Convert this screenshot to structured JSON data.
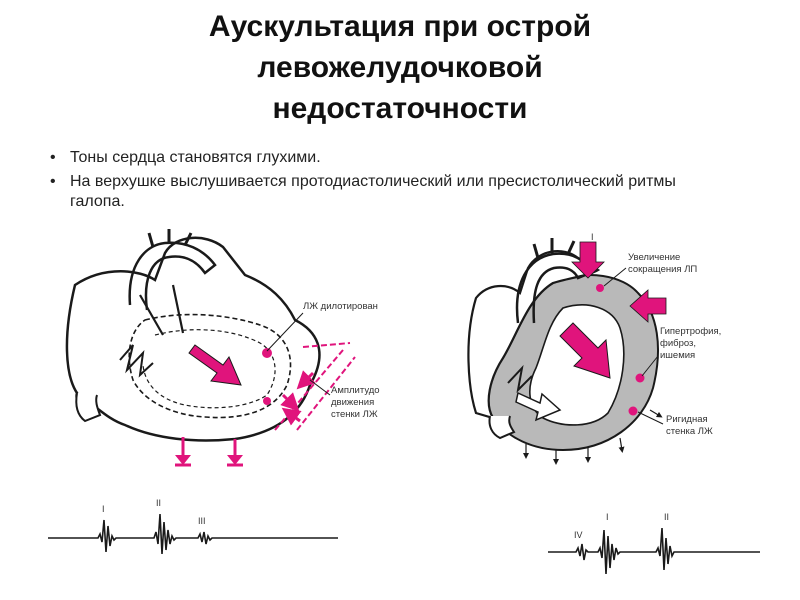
{
  "title": {
    "line1": "Аускультация при острой",
    "line2": "левожелудочковой",
    "line3": "недостаточности"
  },
  "bullets": [
    {
      "marker": "•",
      "text": "Тоны сердца становятся глухими."
    },
    {
      "marker": "•",
      "text": "На верхушке выслушивается протодиастолический или пресистолический ритмы галопа."
    }
  ],
  "figure_left": {
    "label_lv_dilated": "ЛЖ дилотирован",
    "label_amplitude_1": "Амплитудо",
    "label_amplitude_2": "движения",
    "label_amplitude_3": "стенки ЛЖ"
  },
  "figure_right": {
    "label_increase_1": "Увеличение",
    "label_increase_2": "сокращения ЛП",
    "label_hypertrophy_1": "Гипертрофия,",
    "label_hypertrophy_2": "фиброз,",
    "label_hypertrophy_3": "ишемия",
    "label_rigid_1": "Ригидная",
    "label_rigid_2": "стенка ЛЖ",
    "label_roman_top": "I"
  },
  "ecg_left": {
    "label_1": "I",
    "label_2": "II",
    "label_3": "III"
  },
  "ecg_right": {
    "label_4": "IV",
    "label_1": "I",
    "label_2": "II"
  },
  "colors": {
    "accent": "#e0147c",
    "ink": "#1a1a1a",
    "wall_gray": "#b9b9b9"
  }
}
